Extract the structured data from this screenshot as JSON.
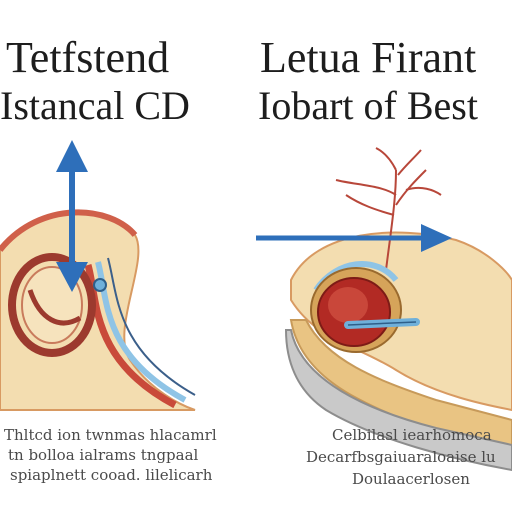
{
  "left": {
    "title_line1": "Tetfstend",
    "title_line2": "Istancal CD",
    "caption_line1": "Thltcd ion twnmas hlacamrl",
    "caption_line2": "tn bolloa ialrams tngpaal",
    "caption_line3": "spiaplnett cooad. lilelicarh"
  },
  "right": {
    "title_line1": "Letua Firant",
    "title_line2": "Iobart of Best",
    "caption_line1": "Celbilasl iearhomoca",
    "caption_line2": "Decarfbsgaiuaraloaise lu",
    "caption_line3": "Doulaacerlosen"
  },
  "colors": {
    "arrow": "#2e6fba",
    "vessel_red": "#c0392b",
    "vessel_blue": "#8fc4e6",
    "tissue": "#f2d9a8",
    "nerve": "#b8473a"
  }
}
